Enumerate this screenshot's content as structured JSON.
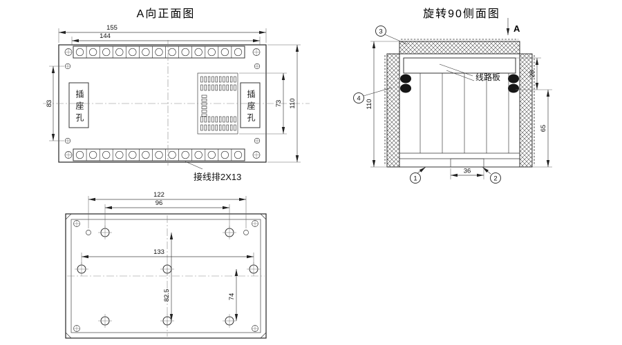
{
  "views": {
    "front": {
      "title": "A向正面图",
      "socket_label_left": "插座孔",
      "socket_label_right": "插座孔",
      "terminal_label": "接线排2X13",
      "dims": {
        "outer_width": "155",
        "inner_width": "144",
        "left_height": "83",
        "connector_height": "73",
        "outer_height": "110"
      }
    },
    "side": {
      "title": "旋转90侧面图",
      "section_letter": "A",
      "board_label": "线路板",
      "callouts": [
        "1",
        "2",
        "3",
        "4"
      ],
      "dims": {
        "overall_height": "110",
        "upper_depth": "28",
        "lower_depth": "65",
        "base_width": "36"
      }
    },
    "bottom": {
      "dims": {
        "span_outer": "122",
        "span_inner": "96",
        "span_mid": "133",
        "col_center": "82.5",
        "col_right": "74"
      }
    }
  }
}
